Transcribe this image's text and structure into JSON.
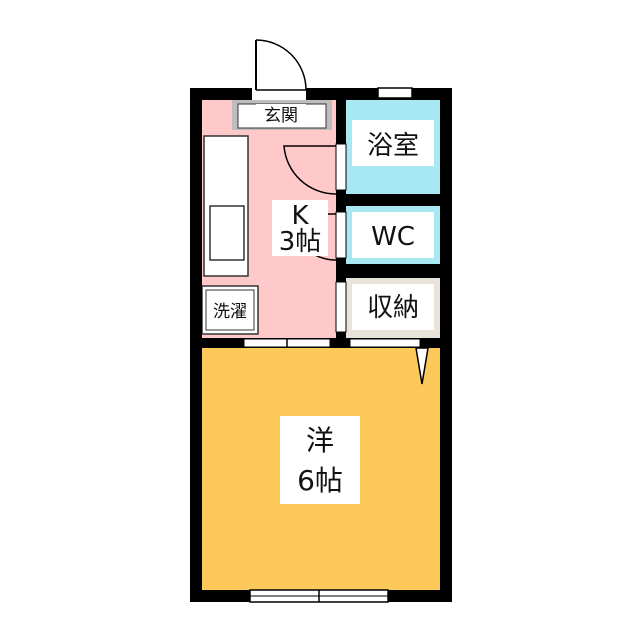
{
  "floor_plan": {
    "rooms": {
      "genkan": {
        "label": "玄関"
      },
      "kitchen": {
        "label_line1": "K",
        "label_line2": "3帖"
      },
      "bath": {
        "label": "浴室"
      },
      "wc": {
        "label": "WC"
      },
      "storage": {
        "label": "収納"
      },
      "laundry": {
        "label": "洗濯"
      },
      "western": {
        "label_line1": "洋",
        "label_line2": "6帖"
      }
    },
    "colors": {
      "wall": "#000000",
      "kitchen_fill": "#ffc9c9",
      "western_fill": "#fdc95a",
      "bath_fill": "#a8e8f3",
      "wc_fill": "#a8e8f3",
      "storage_fill": "#e8e4da",
      "genkan_fill": "#bdbdbd",
      "fixture_fill": "#ffffff"
    }
  }
}
